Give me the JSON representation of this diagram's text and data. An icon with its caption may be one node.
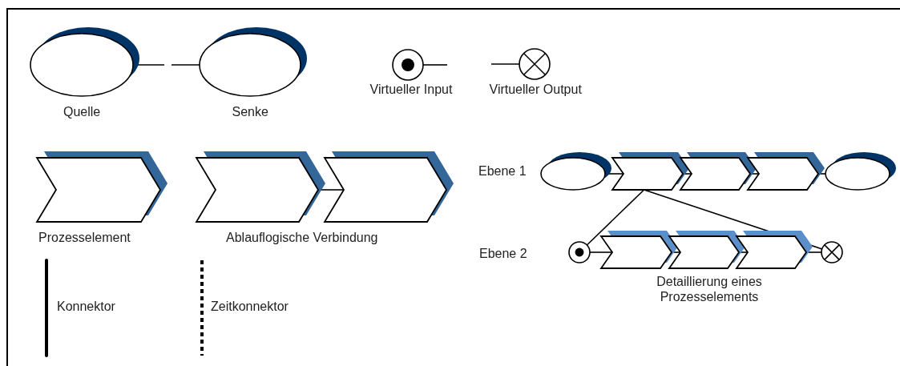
{
  "diagram": {
    "nodes": [
      {
        "text": [],
        "shape": "ellipse",
        "beside": [
          "Quelle"
        ]
      },
      {
        "text": [],
        "shape": "ellipse",
        "beside": [
          "Senke"
        ]
      },
      {
        "text": [],
        "shape": "circle",
        "beside": [
          "Virtueller Input"
        ]
      },
      {
        "text": [],
        "shape": "circle",
        "beside": [
          "Virtueller Output"
        ]
      },
      {
        "text": [],
        "shape": "chevron",
        "beside": [
          "Prozesselement"
        ]
      },
      {
        "text": [],
        "shape": "chevron"
      },
      {
        "text": [],
        "shape": "chevron"
      },
      {
        "text": [],
        "shape": "ellipse"
      },
      {
        "text": [],
        "shape": "chevron"
      },
      {
        "text": [],
        "shape": "chevron"
      },
      {
        "text": [],
        "shape": "chevron"
      },
      {
        "text": [],
        "shape": "ellipse"
      },
      {
        "text": [],
        "shape": "circle"
      },
      {
        "text": [],
        "shape": "chevron"
      },
      {
        "text": [],
        "shape": "chevron"
      },
      {
        "text": [],
        "shape": "chevron"
      },
      {
        "text": [],
        "shape": "circle"
      }
    ],
    "edges": [
      {
        "from": 0,
        "to": null,
        "arrow": "none"
      },
      {
        "from": null,
        "to": 1,
        "arrow": "none"
      },
      {
        "from": 2,
        "to": null,
        "arrow": "none"
      },
      {
        "from": null,
        "to": 3,
        "arrow": "none"
      },
      {
        "from": 5,
        "to": 6,
        "arrow": "none"
      },
      {
        "from": 7,
        "to": 8,
        "arrow": "none"
      },
      {
        "from": 8,
        "to": 9,
        "arrow": "none"
      },
      {
        "from": 9,
        "to": 10,
        "arrow": "none"
      },
      {
        "from": 10,
        "to": 11,
        "arrow": "none"
      },
      {
        "from": 12,
        "to": 13,
        "arrow": "none"
      },
      {
        "from": 13,
        "to": 14,
        "arrow": "none"
      },
      {
        "from": 14,
        "to": 15,
        "arrow": "none"
      },
      {
        "from": 15,
        "to": 16,
        "arrow": "none"
      },
      {
        "from": 8,
        "to": 12,
        "arrow": "none"
      },
      {
        "from": 8,
        "to": 16,
        "arrow": "none"
      }
    ],
    "labels": [
      "Ebene 1",
      "Ablauflogische Verbindung",
      "Ebene 2",
      "Detaillierung eines Prozesselements",
      "Konnektor",
      "Zeitkonnektor"
    ]
  }
}
